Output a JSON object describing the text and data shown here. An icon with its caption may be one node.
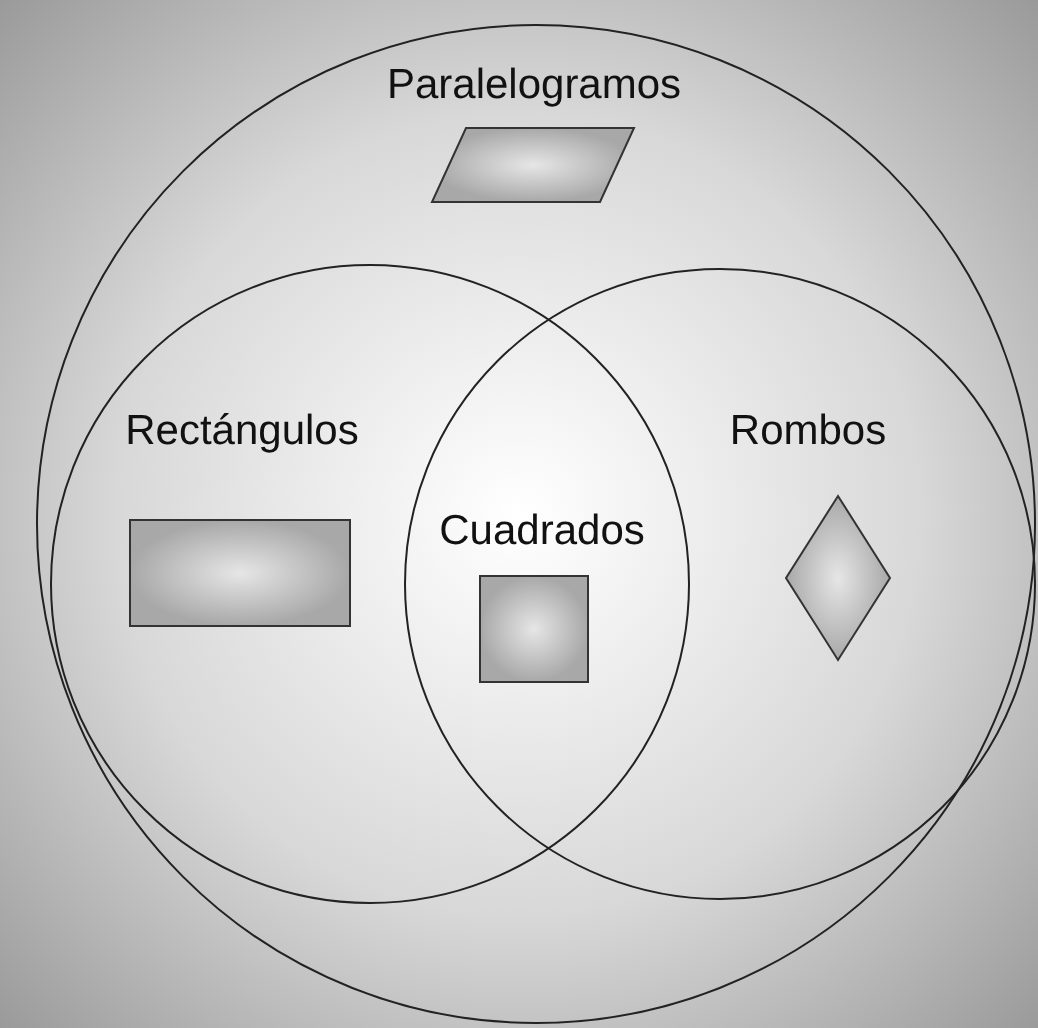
{
  "diagram": {
    "nodes": [
      {
        "text": [
          "Paralelogramos"
        ]
      },
      {
        "text": [
          "Rectángulos"
        ],
        "in": 0
      },
      {
        "text": [
          "Rombos"
        ],
        "in": 0
      }
    ],
    "labels": [
      "Cuadrados"
    ]
  }
}
